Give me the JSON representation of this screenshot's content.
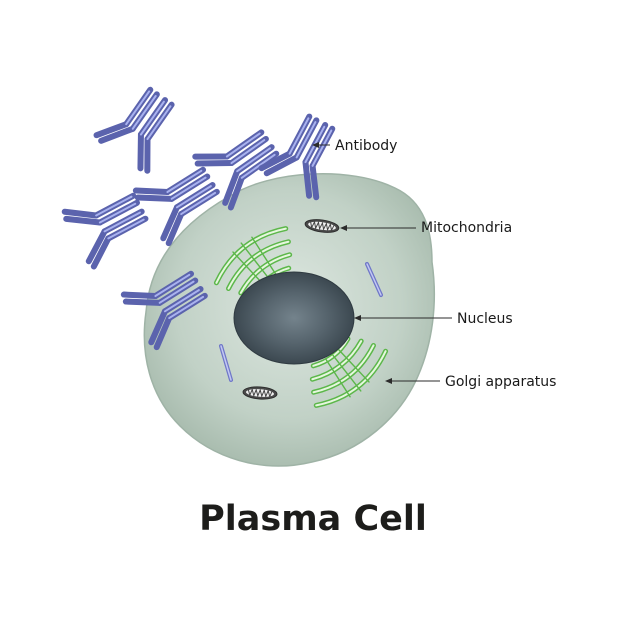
{
  "title": "Plasma Cell",
  "labels": {
    "antibody": "Antibody",
    "mitochondria": "Mitochondria",
    "nucleus": "Nucleus",
    "golgi": "Golgi apparatus"
  },
  "colors": {
    "antibody": "#5b63ad",
    "cytoplasm": "#b3c7b9",
    "nucleus": "#3f4b55",
    "golgi": "#5cb74a",
    "mitochondria": "#3a3a3a"
  }
}
